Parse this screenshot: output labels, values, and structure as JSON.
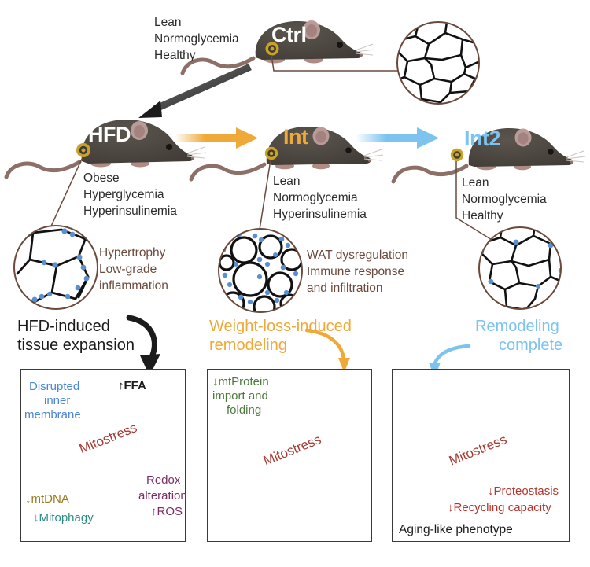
{
  "figure": {
    "title": "HFD / weight-loss intervention mouse model and adipose mitochondrial remodeling schematic"
  },
  "colors": {
    "mouse_body": "#4a4540",
    "mouse_ear": "#b99b98",
    "mouse_tail": "#8d6f68",
    "badge_gold": "#c9a227",
    "arrow_black": "#1b1b1b",
    "arrow_orange": "#efa938",
    "arrow_blue": "#7cc4ef",
    "circle_rim": "#6a4a3c",
    "adipocyte_line": "#111111",
    "immune_dot": "#5b8fd0",
    "mito_outline": "#c9c9c9",
    "blue_circle": "#4a86d4",
    "purple_hex": "#7b2d63",
    "teal_triangle": "#2e8b84",
    "gold_star": "#a07d2a",
    "green_star": "#4b7a3b",
    "mitostress_red": "#a63a33",
    "panel_border": "#3a3a3a",
    "er_gray": "#eeeeee"
  },
  "row1": {
    "conditions": [
      "Lean",
      "Normoglycemia",
      "Healthy"
    ],
    "mouse": {
      "label": "Ctrl",
      "label_color": "#ffffff"
    },
    "tissue_circle": {
      "name": "ctrl-adipose-tissue",
      "description": "small uniform adipocytes"
    }
  },
  "row2": {
    "hfd": {
      "mouse": {
        "label": "HFD",
        "label_color": "#ffffff"
      },
      "conditions": [
        "Obese",
        "Hyperglycemia",
        "Hyperinsulinemia"
      ],
      "circle_notes": [
        "Hypertrophy",
        "Low-grade",
        "inflammation"
      ]
    },
    "int": {
      "mouse": {
        "label": "Int",
        "label_color": "#efa938"
      },
      "conditions": [
        "Lean",
        "Normoglycemia",
        "Hyperinsulinemia"
      ],
      "circle_notes": [
        "WAT dysregulation",
        "Immune response",
        "and infiltration"
      ]
    },
    "int2": {
      "mouse": {
        "label": "Int2",
        "label_color": "#7cc4ef"
      },
      "conditions": [
        "Lean",
        "Normoglycemia",
        "Healthy"
      ],
      "circle_notes": []
    }
  },
  "arrows": {
    "ctrl_to_hfd": {
      "name": "black-diagonal-arrow",
      "color": "#1b1b1b"
    },
    "hfd_to_int": {
      "name": "orange-arrow",
      "color": "#efa938"
    },
    "int_to_int2": {
      "name": "blue-arrow",
      "color": "#7cc4ef"
    },
    "to_panel1": {
      "name": "black-curved-arrow",
      "color": "#1b1b1b"
    },
    "to_panel2": {
      "name": "orange-curved-arrow",
      "color": "#efa938"
    },
    "to_panel3": {
      "name": "blue-curved-arrow",
      "color": "#7cc4ef"
    }
  },
  "section_headers": [
    {
      "lines": [
        "HFD-induced",
        "tissue expansion"
      ],
      "color": "#1b1b1b"
    },
    {
      "lines": [
        "Weight-loss-induced",
        "remodeling"
      ],
      "color": "#efa938"
    },
    {
      "lines": [
        "Remodeling",
        "complete"
      ],
      "color": "#7cc4ef"
    }
  ],
  "panels": [
    {
      "name": "panel-hfd-mitochondria",
      "labels": [
        {
          "id": "disrupted-inner-membrane",
          "lines": [
            "Disrupted",
            "inner",
            "membrane"
          ],
          "color": "#4a86d4"
        },
        {
          "id": "ffa",
          "lines": [
            "↑FFA"
          ],
          "color": "#1b1b1b"
        },
        {
          "id": "mitostress",
          "lines": [
            "Mitostress"
          ],
          "color": "#a63a33"
        },
        {
          "id": "redox-alteration-ros",
          "lines": [
            "Redox",
            "alteration",
            "↑ROS"
          ],
          "color": "#7b2d63"
        },
        {
          "id": "mtdna",
          "lines": [
            "↓mtDNA"
          ],
          "color": "#9a7a1f"
        },
        {
          "id": "mitophagy",
          "lines": [
            "↓Mitophagy"
          ],
          "color": "#2e8b84"
        }
      ],
      "footer": ""
    },
    {
      "name": "panel-int-mitochondria",
      "labels": [
        {
          "id": "mtprotein-import-folding",
          "lines": [
            "↓mtProtein",
            "import and",
            "folding"
          ],
          "color": "#4b7a3b"
        },
        {
          "id": "mitostress",
          "lines": [
            "Mitostress"
          ],
          "color": "#a63a33"
        }
      ],
      "footer": ""
    },
    {
      "name": "panel-int2-mitochondria",
      "labels": [
        {
          "id": "mitostress",
          "lines": [
            "Mitostress"
          ],
          "color": "#a63a33"
        },
        {
          "id": "proteostasis-recycling",
          "lines": [
            "↓Proteostasis",
            "↓Recycling capacity"
          ],
          "color": "#b5342c"
        }
      ],
      "footer": "Aging-like phenotype"
    }
  ]
}
